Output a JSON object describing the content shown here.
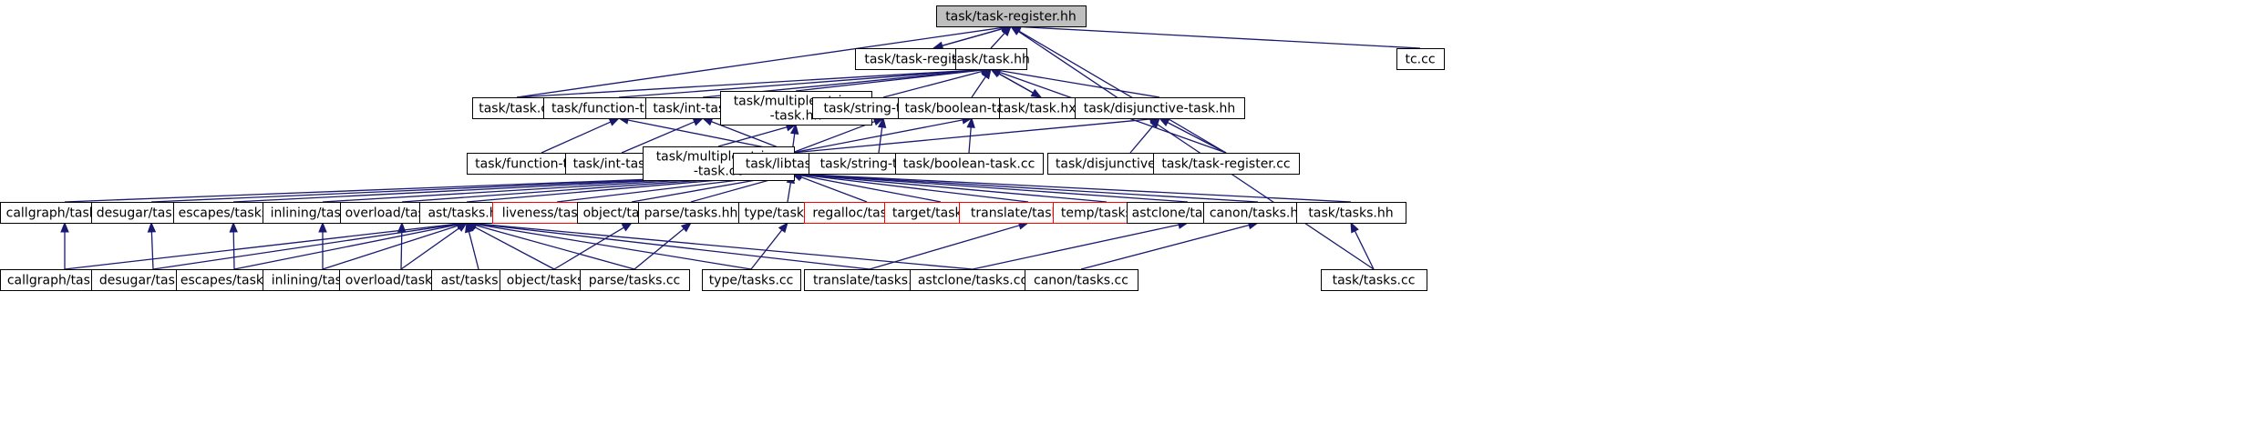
{
  "graph": {
    "colors": {
      "edge": "#191970",
      "node_border": "#000000",
      "root_fill": "#bfbfbf",
      "missing_border": "#ff0000"
    },
    "nodes": [
      {
        "id": "reg_hh",
        "label": "task/task-register.hh",
        "root": true
      },
      {
        "id": "reg_hxx",
        "label": "task/task-register.hxx"
      },
      {
        "id": "task_hh",
        "label": "task/task.hh"
      },
      {
        "id": "tc_cc",
        "label": "tc.cc"
      },
      {
        "id": "task_cc",
        "label": "task/task.cc"
      },
      {
        "id": "fn_hh",
        "label": "task/function-task.hh"
      },
      {
        "id": "int_hh",
        "label": "task/int-task.hh"
      },
      {
        "id": "ms_hh",
        "label": [
          "task/multiple-string",
          "-task.hh"
        ]
      },
      {
        "id": "str_hh",
        "label": "task/string-task.hh"
      },
      {
        "id": "bool_hh",
        "label": "task/boolean-task.hh"
      },
      {
        "id": "task_hxx",
        "label": "task/task.hxx"
      },
      {
        "id": "dis_hh",
        "label": "task/disjunctive-task.hh"
      },
      {
        "id": "fn_cc",
        "label": "task/function-task.cc"
      },
      {
        "id": "int_cc",
        "label": "task/int-task.cc"
      },
      {
        "id": "ms_cc",
        "label": [
          "task/multiple-string",
          "-task.cc"
        ]
      },
      {
        "id": "libtask",
        "label": "task/libtask.hh"
      },
      {
        "id": "str_cc",
        "label": "task/string-task.cc"
      },
      {
        "id": "bool_cc",
        "label": "task/boolean-task.cc"
      },
      {
        "id": "dis_cc",
        "label": "task/disjunctive-task.cc"
      },
      {
        "id": "reg_cc",
        "label": "task/task-register.cc"
      },
      {
        "id": "cg_hh",
        "label": "callgraph/tasks.hh"
      },
      {
        "id": "des_hh",
        "label": "desugar/tasks.hh"
      },
      {
        "id": "esc_hh",
        "label": "escapes/tasks.hh"
      },
      {
        "id": "inl_hh",
        "label": "inlining/tasks.hh"
      },
      {
        "id": "ovl_hh",
        "label": "overload/tasks.hh"
      },
      {
        "id": "ast_hh",
        "label": "ast/tasks.hh"
      },
      {
        "id": "liv_hh",
        "label": "liveness/tasks.hh",
        "missing": true
      },
      {
        "id": "obj_hh",
        "label": "object/tasks.hh"
      },
      {
        "id": "par_hh",
        "label": "parse/tasks.hh"
      },
      {
        "id": "typ_hh",
        "label": "type/tasks.hh"
      },
      {
        "id": "reg_alloc_hh",
        "label": "regalloc/tasks.hh",
        "missing": true
      },
      {
        "id": "tgt_hh",
        "label": "target/tasks.hh",
        "missing": true
      },
      {
        "id": "tr_hh",
        "label": "translate/tasks.hh",
        "missing": true
      },
      {
        "id": "tmp_hh",
        "label": "temp/tasks.hh",
        "missing": true
      },
      {
        "id": "astc_hh",
        "label": "astclone/tasks.hh"
      },
      {
        "id": "can_hh",
        "label": "canon/tasks.hh"
      },
      {
        "id": "tsk_hh",
        "label": "task/tasks.hh"
      },
      {
        "id": "cg_cc",
        "label": "callgraph/tasks.cc"
      },
      {
        "id": "des_cc",
        "label": "desugar/tasks.cc"
      },
      {
        "id": "esc_cc",
        "label": "escapes/tasks.cc"
      },
      {
        "id": "inl_cc",
        "label": "inlining/tasks.cc"
      },
      {
        "id": "ovl_cc",
        "label": "overload/tasks.cc"
      },
      {
        "id": "ast_cc",
        "label": "ast/tasks.cc"
      },
      {
        "id": "obj_cc",
        "label": "object/tasks.cc"
      },
      {
        "id": "par_cc",
        "label": "parse/tasks.cc"
      },
      {
        "id": "typ_cc",
        "label": "type/tasks.cc"
      },
      {
        "id": "tr_cc",
        "label": "translate/tasks.cc"
      },
      {
        "id": "astc_cc",
        "label": "astclone/tasks.cc"
      },
      {
        "id": "can_cc",
        "label": "canon/tasks.cc"
      },
      {
        "id": "tsk_cc",
        "label": "task/tasks.cc"
      }
    ],
    "edges": [
      [
        "reg_hxx",
        "reg_hh"
      ],
      [
        "task_hh",
        "reg_hh"
      ],
      [
        "tc_cc",
        "reg_hh"
      ],
      [
        "task_cc",
        "reg_hh"
      ],
      [
        "reg_cc",
        "reg_hh"
      ],
      [
        "tsk_cc",
        "reg_hh"
      ],
      [
        "reg_hh",
        "reg_hxx"
      ],
      [
        "task_cc",
        "task_hh"
      ],
      [
        "fn_hh",
        "task_hh"
      ],
      [
        "int_hh",
        "task_hh"
      ],
      [
        "ms_hh",
        "task_hh"
      ],
      [
        "str_hh",
        "task_hh"
      ],
      [
        "bool_hh",
        "task_hh"
      ],
      [
        "task_hxx",
        "task_hh"
      ],
      [
        "dis_hh",
        "task_hh"
      ],
      [
        "reg_cc",
        "task_hh"
      ],
      [
        "task_hh",
        "task_hxx"
      ],
      [
        "fn_cc",
        "fn_hh"
      ],
      [
        "int_cc",
        "int_hh"
      ],
      [
        "ms_cc",
        "ms_hh"
      ],
      [
        "str_cc",
        "str_hh"
      ],
      [
        "bool_cc",
        "bool_hh"
      ],
      [
        "dis_cc",
        "dis_hh"
      ],
      [
        "reg_cc",
        "dis_hh"
      ],
      [
        "libtask",
        "fn_hh"
      ],
      [
        "libtask",
        "int_hh"
      ],
      [
        "libtask",
        "ms_hh"
      ],
      [
        "libtask",
        "str_hh"
      ],
      [
        "libtask",
        "bool_hh"
      ],
      [
        "libtask",
        "dis_hh"
      ],
      [
        "cg_hh",
        "libtask"
      ],
      [
        "des_hh",
        "libtask"
      ],
      [
        "esc_hh",
        "libtask"
      ],
      [
        "inl_hh",
        "libtask"
      ],
      [
        "ovl_hh",
        "libtask"
      ],
      [
        "ast_hh",
        "libtask"
      ],
      [
        "liv_hh",
        "libtask"
      ],
      [
        "obj_hh",
        "libtask"
      ],
      [
        "par_hh",
        "libtask"
      ],
      [
        "typ_hh",
        "libtask"
      ],
      [
        "reg_alloc_hh",
        "libtask"
      ],
      [
        "tgt_hh",
        "libtask"
      ],
      [
        "tr_hh",
        "libtask"
      ],
      [
        "tmp_hh",
        "libtask"
      ],
      [
        "astc_hh",
        "libtask"
      ],
      [
        "can_hh",
        "libtask"
      ],
      [
        "tsk_hh",
        "libtask"
      ],
      [
        "cg_cc",
        "cg_hh"
      ],
      [
        "des_cc",
        "des_hh"
      ],
      [
        "esc_cc",
        "esc_hh"
      ],
      [
        "inl_cc",
        "inl_hh"
      ],
      [
        "ovl_cc",
        "ovl_hh"
      ],
      [
        "obj_cc",
        "obj_hh"
      ],
      [
        "par_cc",
        "par_hh"
      ],
      [
        "typ_cc",
        "typ_hh"
      ],
      [
        "tr_cc",
        "tr_hh"
      ],
      [
        "astc_cc",
        "astc_hh"
      ],
      [
        "can_cc",
        "can_hh"
      ],
      [
        "tsk_cc",
        "tsk_hh"
      ],
      [
        "cg_cc",
        "ast_hh"
      ],
      [
        "des_cc",
        "ast_hh"
      ],
      [
        "esc_cc",
        "ast_hh"
      ],
      [
        "inl_cc",
        "ast_hh"
      ],
      [
        "ovl_cc",
        "ast_hh"
      ],
      [
        "ast_cc",
        "ast_hh"
      ],
      [
        "obj_cc",
        "ast_hh"
      ],
      [
        "par_cc",
        "ast_hh"
      ],
      [
        "typ_cc",
        "ast_hh"
      ],
      [
        "tr_cc",
        "ast_hh"
      ],
      [
        "astc_cc",
        "ast_hh"
      ]
    ]
  }
}
